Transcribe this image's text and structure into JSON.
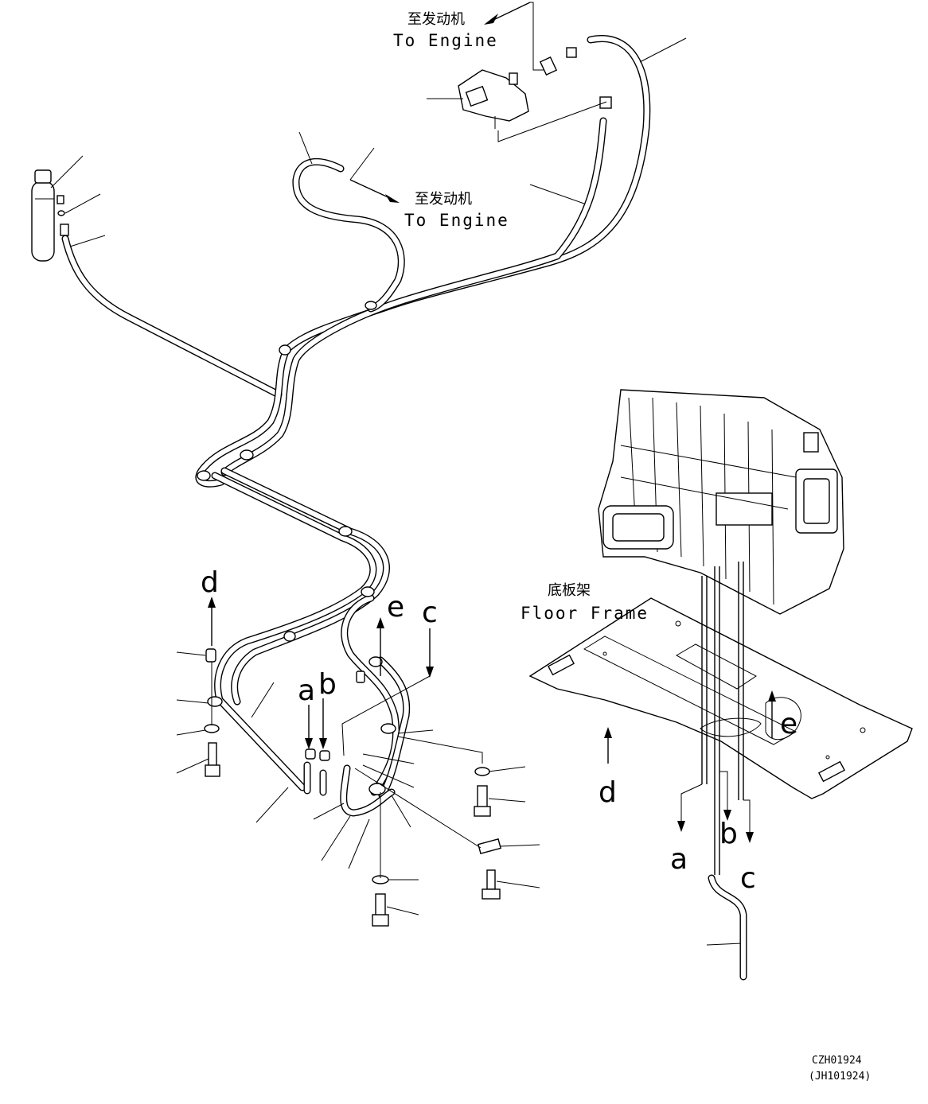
{
  "labels": {
    "to_engine_cn_1": "至发动机",
    "to_engine_en_1": "To Engine",
    "to_engine_cn_2": "至发动机",
    "to_engine_en_2": "To Engine",
    "floor_frame_cn": "底板架",
    "floor_frame_en": "Floor Frame"
  },
  "connection_marks": {
    "a": "a",
    "b": "b",
    "c": "c",
    "d": "d",
    "e": "e"
  },
  "drawing_code": {
    "primary": "CZH01924",
    "secondary": "(JH101924)"
  }
}
